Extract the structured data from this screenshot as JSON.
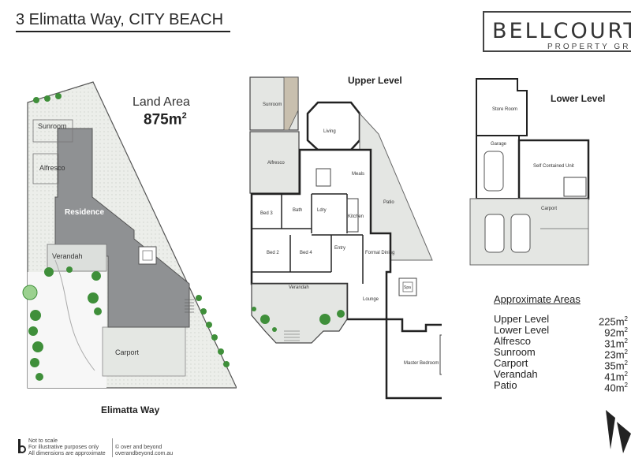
{
  "header": {
    "address": "3 Elimatta Way, CITY BEACH"
  },
  "brand": {
    "name": "BELLCOURT",
    "sub": "PROPERTY GR"
  },
  "site_plan": {
    "land_area_label": "Land Area",
    "land_area_value": "875m",
    "land_area_sup": "2",
    "labels": {
      "sunroom": "Sunroom",
      "alfresco": "Alfresco",
      "residence": "Residence",
      "verandah": "Verandah",
      "carport": "Carport"
    },
    "street": "Elimatta Way"
  },
  "upper_level": {
    "title": "Upper Level",
    "rooms": {
      "sunroom": "Sunroom",
      "alfresco": "Alfresco",
      "living": "Living",
      "meals": "Meals",
      "kitchen": "Kitchen",
      "patio": "Patio",
      "bed3": "Bed 3",
      "bath": "Bath",
      "ldry": "Ldry",
      "bed2": "Bed 2",
      "bed4": "Bed 4",
      "entry": "Entry",
      "formal_dining": "Formal Dining",
      "verandah": "Verandah",
      "lounge": "Lounge",
      "master": "Master Bedroom",
      "spa": "Spa"
    }
  },
  "lower_level": {
    "title": "Lower Level",
    "rooms": {
      "store": "Store Room",
      "garage": "Garage",
      "unit": "Self Contained Unit",
      "carport": "Carport"
    }
  },
  "areas": {
    "title": "Approximate Areas",
    "rows": [
      {
        "name": "Upper Level",
        "value": "225m",
        "sup": "2"
      },
      {
        "name": "Lower Level",
        "value": "92m",
        "sup": "2"
      },
      {
        "name": "Alfresco",
        "value": "31m",
        "sup": "2"
      },
      {
        "name": "Sunroom",
        "value": "23m",
        "sup": "2"
      },
      {
        "name": "Carport",
        "value": "35m",
        "sup": "2"
      },
      {
        "name": "Verandah",
        "value": "41m",
        "sup": "2"
      },
      {
        "name": "Patio",
        "value": "40m",
        "sup": "2"
      }
    ]
  },
  "footer": {
    "line1": "Not to scale",
    "line2": "For illustrative purposes only",
    "line3": "All dimensions are approximate",
    "line4": "© over and beyond",
    "line5": "overandbeyond.com.au"
  }
}
